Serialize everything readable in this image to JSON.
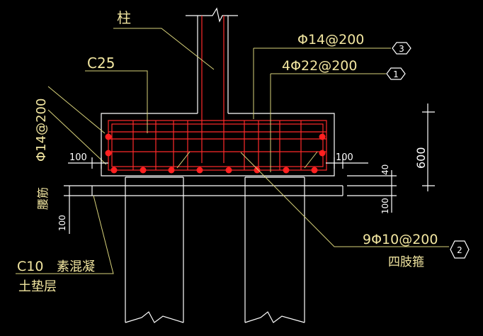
{
  "labels": {
    "column": "柱",
    "concrete_grade": "C25",
    "top_rebar": "Φ14@200",
    "main_rebar": "4Φ22@200",
    "side_rebar": "Φ14@200",
    "stirrup": "9Φ10@200",
    "stirrup_type": "四肢箍",
    "waist_bar": "腰筋",
    "cushion_grade": "C10",
    "cushion_text_1": "素混凝",
    "cushion_text_2": "土垫层"
  },
  "dimensions": {
    "left_100": "100",
    "right_100": "100",
    "height_600": "600",
    "cover_40": "40",
    "cushion_100_left": "100",
    "cushion_100_right": "100"
  },
  "markers": {
    "m1": "1",
    "m2": "2",
    "m3": "3"
  },
  "colors": {
    "background": "#000000",
    "outline": "#ffffff",
    "rebar": "#ff2a2a",
    "leader": "#d8d27a",
    "text": "#f2e6a0"
  }
}
